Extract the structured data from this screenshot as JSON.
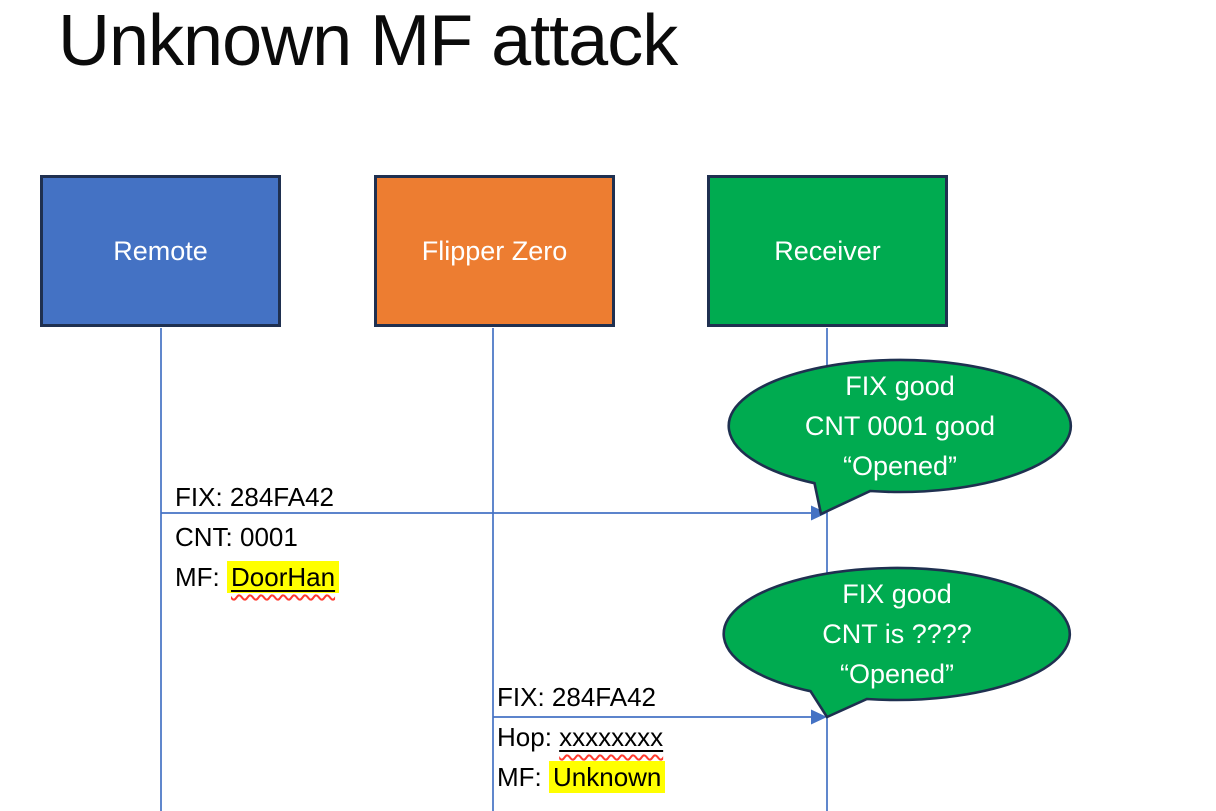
{
  "slide": {
    "title": "Unknown MF attack"
  },
  "actors": {
    "remote": {
      "label": "Remote",
      "fill": "#4472c4"
    },
    "flipper": {
      "label": "Flipper Zero",
      "fill": "#ed7d31"
    },
    "receiver": {
      "label": "Receiver",
      "fill": "#00ab50"
    }
  },
  "messages": {
    "remote_to_receiver": {
      "fix": "FIX: 284FA42",
      "cnt": "CNT: 0001",
      "mf_prefix": "MF: ",
      "mf_value": "DoorHan"
    },
    "flipper_to_receiver": {
      "fix": "FIX: 284FA42",
      "hop_prefix": "Hop: ",
      "hop_value": "xxxxxxxx",
      "mf_prefix": "MF: ",
      "mf_value": "Unknown"
    }
  },
  "callouts": {
    "first": {
      "line1": "FIX good",
      "line2": "CNT 0001 good",
      "line3": "“Opened”"
    },
    "second": {
      "line1": "FIX good",
      "line2": "CNT is ????",
      "line3": "“Opened”"
    }
  },
  "colors": {
    "actor_border": "#1f3050",
    "connector_blue": "#4472c4",
    "callout_fill": "#00ab50",
    "callout_border": "#1f3050",
    "highlight_yellow": "#ffff00",
    "spellcheck_squiggle": "#ff3b2f",
    "text_black": "#000000",
    "text_white": "#ffffff"
  }
}
